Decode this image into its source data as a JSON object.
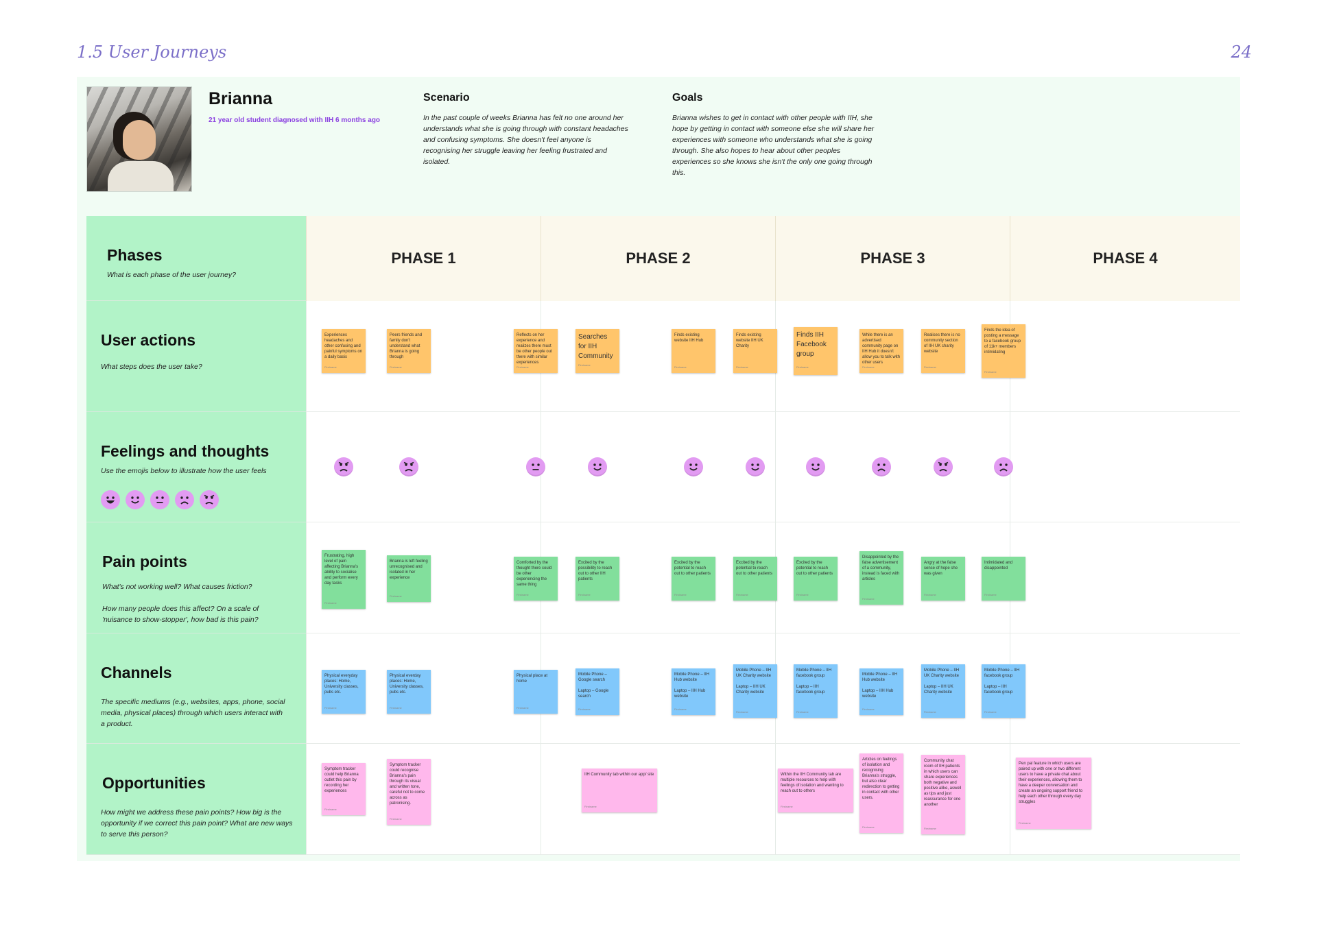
{
  "header": {
    "section_title": "1.5 User Journeys",
    "page_number": "24"
  },
  "persona": {
    "name": "Brianna",
    "subtitle": "21 year old student diagnosed with IIH 6 months ago",
    "scenario_title": "Scenario",
    "scenario_text": "In the past couple of weeks Brianna has felt no one around her understands what she is going through with constant headaches and confusing symptoms. She doesn't feel anyone is recognising her struggle leaving her feeling frustrated and isolated.",
    "goals_title": "Goals",
    "goals_text": "Brianna wishes to get in contact with other people with IIH, she hope by getting in contact with someone else she will share her experiences with someone who understands what she is going through. She also hopes to hear about other peoples experiences so she knows she isn't the only one going through this."
  },
  "rows": {
    "phases": {
      "title": "Phases",
      "desc": "What is each phase of the user journey?"
    },
    "actions": {
      "title": "User actions",
      "desc": "What steps does the user take?"
    },
    "feelings": {
      "title": "Feelings and thoughts",
      "desc": "Use the emojis below to illustrate how the user feels"
    },
    "pain": {
      "title": "Pain points",
      "desc1": "What's not working well? What causes friction?",
      "desc2": "How many people does this affect? On a scale of 'nuisance to show-stopper', how bad is this pain?"
    },
    "channels": {
      "title": "Channels",
      "desc": "The specific mediums (e.g., websites, apps, phone, social media, physical places) through which users interact with a product."
    },
    "opps": {
      "title": "Opportunities",
      "desc": "How might we address these pain points? How big is the opportunity if we correct this pain point? What are new ways to serve this person?"
    }
  },
  "phases": [
    "PHASE 1",
    "PHASE 2",
    "PHASE 3",
    "PHASE 4"
  ],
  "legend_emojis": [
    "grinning-face",
    "smiling-face",
    "neutral-face",
    "frowning-face",
    "angry-face"
  ],
  "feelings": [
    "angry-face",
    "angry-face",
    "neutral-face",
    "smiling-face",
    "smiling-face",
    "smiling-face",
    "smiling-face",
    "frowning-face",
    "angry-face",
    "frowning-face"
  ],
  "notes": {
    "actions": [
      "Experiences headaches and other confusing and painful symptoms on a daily basis",
      "Peers friends and family don't understand what Brianna is going through",
      "Reflects on her experience and realizes there must be other people out there with similar experiences",
      "Searches for IIH Community",
      "Finds existing website IIH Hub",
      "Finds existing website IIH UK Charity",
      "Finds IIH Facebook group",
      "While there is an advertised community page on IIH Hub it doesn't allow you to talk with other users",
      "Realises there is no community section of IIH UK charity website",
      "Finds the idea of posting a message to a facebook group of 11k+ members intimidating"
    ],
    "pain": [
      "Frustrating, high level of pain affecting Brianna's ability to socialise and perform every day tasks",
      "Brianna is left feeling unrecognised and isolated in her experience",
      "Comforted by the thought there could be other experiencing the same thing",
      "Excited by the possibility to reach out to other IIH patients",
      "Excited by the potential to reach out to other patients",
      "Excited by the potential to reach out to other patients",
      "Excited by the potential to reach out to other patients",
      "Disappointed by the false advertisement of a community, instead is faced with articles",
      "Angry at the false sense of hope she was given",
      "Intimidated and disappointed"
    ],
    "channels": [
      "Physical everyday places: Home, University classes, pubs etc.",
      "Physical everday places: Home, University classes, pubs etc.",
      "Physical place at home",
      "Mobile Phone – Google search\n\nLaptop – Google search",
      "Mobile Phone – IIH Hub website\n\nLaptop – IIH Hub website",
      "Mobile Phone – IIH UK Charity website\n\nLaptop – IIH UK Charity website",
      "Mobile Phone – IIH facebook group\n\nLaptop – IIH facebook group",
      "Mobile Phone – IIH Hub website\n\nLaptop – IIH Hub website",
      "Mobile Phone – IIH UK Charity website\n\nLaptop – IIH UK Charity website",
      "Mobile Phone – IIH facebook group\n\nLaptop – IIH facebook group"
    ],
    "opps": [
      "Symptom tracker could help Brianna outlet this pain by recording her experiences",
      "Symptom tracker could recognise Brianna's pain through its visual and written tone, careful not to come across as patronising.",
      "IIH Community tab within our app/ site",
      "Within the IIH Community tab are multiple resources to help with feelings of isolation and wanting to reach out to others",
      "Articles on feelings of isolation and recognising Brianna's struggle, but also clear redirection to getting in contact with other users.",
      "Community chat room of IIH patients in which users can share experiences both negative and positive alike, aswell as tips and just reassurance for one another",
      "Pen pal feature in which users are paired up with one or two different users to have a private chat about their experiences, allowing them to have a deeper conversation and create an ongoing support friend to help each other through every day struggles"
    ],
    "author": "Firstname"
  },
  "colors": {
    "orange": "#ffc56b",
    "green": "#82df9c",
    "blue": "#81c8fb",
    "pink": "#ffb8ec",
    "row_label_bg": "#b2f3c8",
    "accent": "#7b6fc8"
  }
}
